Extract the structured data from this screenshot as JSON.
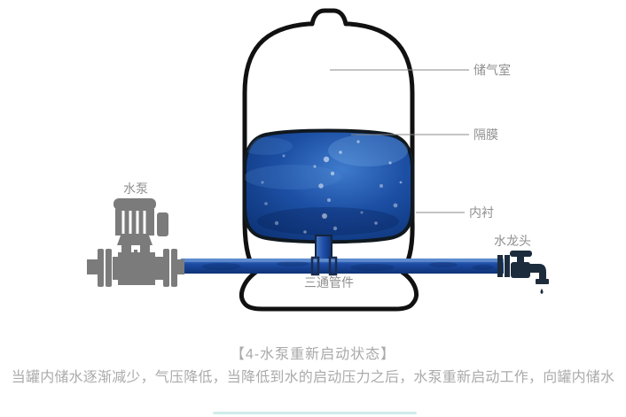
{
  "diagram": {
    "labels": {
      "pump": "水泵",
      "air_chamber": "储气室",
      "diaphragm": "隔膜",
      "liner": "内衬",
      "faucet": "水龙头",
      "tee_fitting": "三通管件"
    },
    "colors": {
      "water_blue_light": "#3a74c8",
      "water_blue_deep": "#0a2e6e",
      "pipe_blue": "#1e4da6",
      "pump_gray": "#7b7b7b",
      "outline_black": "#111111",
      "label_gray": "#8f8f8f",
      "faucet_dark": "#1d2c3c",
      "divider_teal": "#96d6d0"
    }
  },
  "caption": "【4-水泵重新启动状态】",
  "description": "当罐内储水逐渐减少，气压降低，当降低到水的启动压力之后，水泵重新启动工作，向罐内储水"
}
